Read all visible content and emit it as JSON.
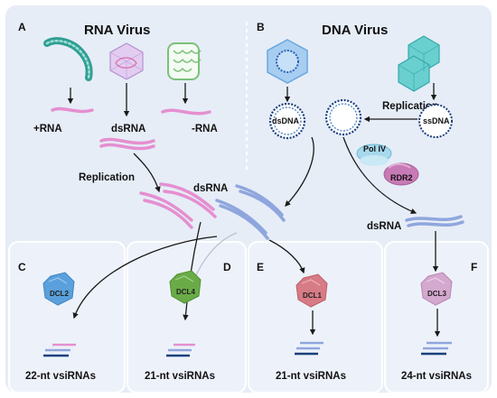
{
  "panels": {
    "A": "A",
    "B": "B",
    "C": "C",
    "D": "D",
    "E": "E",
    "F": "F"
  },
  "titles": {
    "rna_virus": "RNA Virus",
    "dna_virus": "DNA Virus"
  },
  "labels": {
    "plus_rna": "+RNA",
    "ds_rna_top": "dsRNA",
    "minus_rna": "-RNA",
    "replication_left": "Replication",
    "replication_right": "Replication",
    "ds_dna": "dsDNA",
    "ss_dna": "ssDNA",
    "ds_rna_mid": "dsRNA",
    "ds_rna_right": "dsRNA",
    "pol_iv": "Pol IV",
    "rdr2": "RDR2"
  },
  "enzymes": {
    "dcl2": "DCL2",
    "dcl4": "DCL4",
    "dcl1": "DCL1",
    "dcl3": "DCL3"
  },
  "products": {
    "c": "22-nt vsiRNAs",
    "d": "21-nt vsiRNAs",
    "e": "21-nt vsiRNAs",
    "f": "24-nt vsiRNAs"
  },
  "colors": {
    "background": "#e8eef8",
    "panel": "#ebf1fa",
    "rna_pink": "#e58fd0",
    "dsrna_blue": "#8fa6dd",
    "dna_dark": "#1c3f7c",
    "dcl2": "#5aa0dc",
    "dcl4": "#6aab47",
    "dcl1": "#d77b86",
    "dcl3": "#d4a8cf",
    "rdr2": "#c77bb6",
    "pol_iv": "#a7d8ec",
    "virus_teal": "#2f9e93",
    "virus_cyan": "#69cfcf",
    "virus_lilac": "#dcc7ea",
    "virus_green": "#7cc07a"
  },
  "icons": [
    "filamentous-rna-virus-icon",
    "icosahedral-rna-virus-icon",
    "rod-rna-virus-icon",
    "dna-virus-hexagon-icon",
    "geminivirus-twin-icon"
  ]
}
